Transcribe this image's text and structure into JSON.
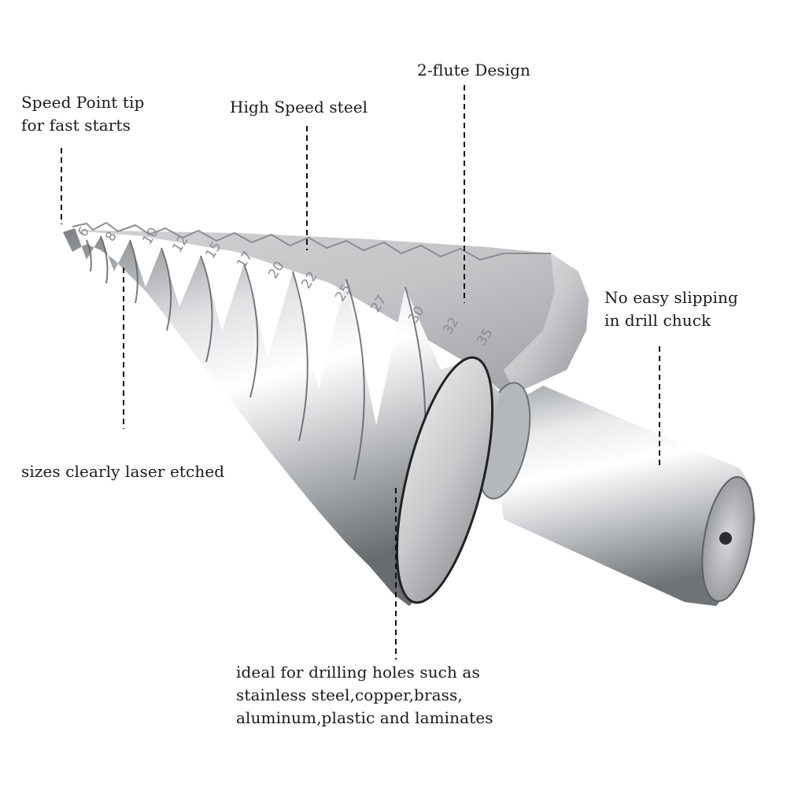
{
  "callouts": {
    "tip": {
      "lines": [
        "Speed Point tip",
        "for fast starts"
      ]
    },
    "material": {
      "lines": [
        "High Speed steel"
      ]
    },
    "flute": {
      "lines": [
        "2-flute Design"
      ]
    },
    "chuck": {
      "lines": [
        "No easy slipping",
        "in drill chuck"
      ]
    },
    "etched": {
      "lines": [
        "sizes clearly laser etched"
      ]
    },
    "uses": {
      "lines": [
        "ideal for drilling holes such as",
        "stainless steel,copper,brass,",
        "aluminum,plastic and laminates"
      ]
    }
  },
  "size_marks": [
    "6",
    "8",
    "10",
    "12",
    "15",
    "17",
    "20",
    "22",
    "25",
    "27",
    "30",
    "32",
    "35"
  ],
  "colors": {
    "text": "#1a1a1a",
    "leader": "#111111",
    "steel_light": "#f2f3f4",
    "steel_mid": "#b9bcbf",
    "steel_dark": "#6c7073"
  }
}
